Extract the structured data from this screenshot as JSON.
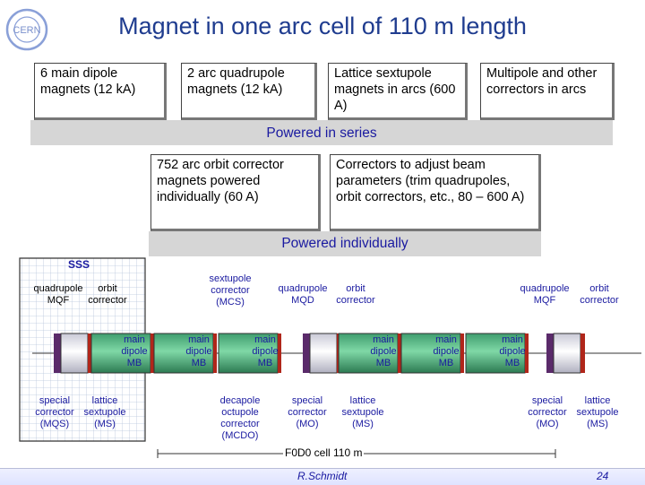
{
  "title": "Magnet in one arc cell of 110 m length",
  "logo_text": "CERN",
  "top_boxes": [
    "6 main dipole magnets (12 kA)",
    "2 arc quadrupole magnets (12 kA)",
    "Lattice sextupole magnets in arcs (600 A)",
    "Multipole and other correctors in arcs"
  ],
  "band_series": "Powered in series",
  "mid_boxes": [
    "752 arc orbit corrector magnets powered individually (60 A)",
    "Correctors to adjust beam parameters (trim quadrupoles, orbit correctors, etc., 80 – 600 A)"
  ],
  "band_individual": "Powered individually",
  "sss_label": "SSS",
  "labels": {
    "q_left_1": "quadrupole",
    "q_left_2": "MQF",
    "orb_left_1": "orbit",
    "orb_left_2": "corrector",
    "mcs_1": "sextupole",
    "mcs_2": "corrector",
    "mcs_3": "(MCS)",
    "q_mid_1": "quadrupole",
    "q_mid_2": "MQD",
    "orb_mid_1": "orbit",
    "orb_mid_2": "corrector",
    "q_right_1": "quadrupole",
    "q_right_2": "MQF",
    "orb_right_1": "orbit",
    "orb_right_2": "corrector",
    "mb_1": "main",
    "mb_2": "dipole",
    "mb_3": "MB",
    "sc_1": "special",
    "sc_2": "corrector",
    "sc_3": "(MQS)",
    "sc_mo": "(MO)",
    "ls_1": "lattice",
    "ls_2": "sextupole",
    "ls_3": "(MS)",
    "mcdo_1": "decapole",
    "mcdo_2": "octupole",
    "mcdo_3": "corrector",
    "mcdo_4": "(MCDO)"
  },
  "cell_label": "F0D0 cell 110 m",
  "footer_author": "R.Schmidt",
  "footer_page": "24",
  "colors": {
    "title": "#1f3c8f",
    "label": "#1a1aa0",
    "dipole": "#44aa77",
    "quad": "#e8e8f2",
    "purple": "#5a2a6a",
    "red": "#b0261a"
  }
}
